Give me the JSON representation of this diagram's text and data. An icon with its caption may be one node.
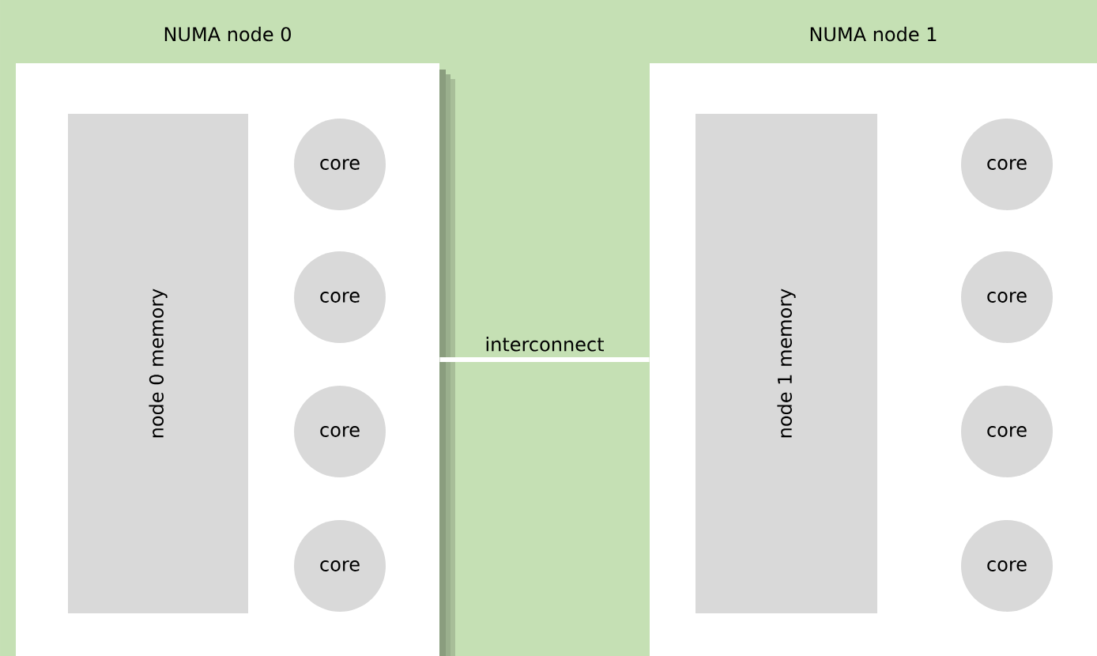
{
  "diagram": {
    "nodes": [
      {
        "text": [
          "NUMA node 0"
        ]
      },
      {
        "text": [
          "node 0 memory"
        ],
        "in": 0
      },
      {
        "text": [
          "core"
        ],
        "in": 0
      },
      {
        "text": [
          "core"
        ],
        "in": 0
      },
      {
        "text": [
          "core"
        ],
        "in": 0
      },
      {
        "text": [
          "core"
        ],
        "in": 0
      },
      {
        "text": [
          "NUMA node 1"
        ]
      },
      {
        "text": [
          "node 1 memory"
        ],
        "in": 6
      },
      {
        "text": [
          "core"
        ],
        "in": 6
      },
      {
        "text": [
          "core"
        ],
        "in": 6
      },
      {
        "text": [
          "core"
        ],
        "in": 6
      },
      {
        "text": [
          "core"
        ],
        "in": 6
      }
    ],
    "edges": [
      {
        "from": 0,
        "to": 6,
        "arrow": "none",
        "label": "interconnect"
      }
    ]
  }
}
